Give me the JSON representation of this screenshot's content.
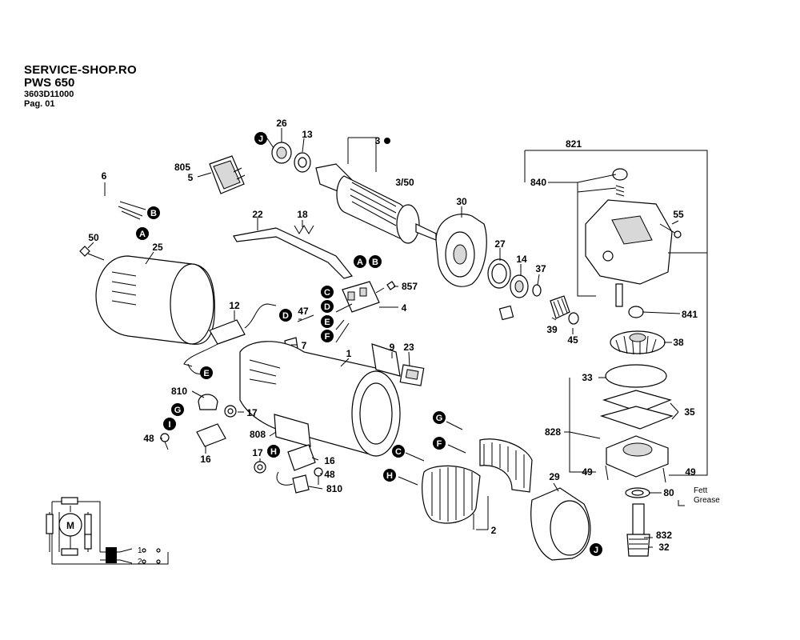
{
  "header": {
    "shop": "SERVICE-SHOP.RO",
    "model": "PWS 650",
    "code": "3603D11000",
    "page": "Pag. 01"
  },
  "labels": [
    {
      "id": "26",
      "text": "26"
    },
    {
      "id": "13",
      "text": "13"
    },
    {
      "id": "3",
      "text": "3"
    },
    {
      "id": "805",
      "text": "805"
    },
    {
      "id": "5",
      "text": "5"
    },
    {
      "id": "6",
      "text": "6"
    },
    {
      "id": "350",
      "text": "3/50"
    },
    {
      "id": "22",
      "text": "22"
    },
    {
      "id": "18",
      "text": "18"
    },
    {
      "id": "30",
      "text": "30"
    },
    {
      "id": "50",
      "text": "50"
    },
    {
      "id": "25",
      "text": "25"
    },
    {
      "id": "27",
      "text": "27"
    },
    {
      "id": "14",
      "text": "14"
    },
    {
      "id": "37",
      "text": "37"
    },
    {
      "id": "857",
      "text": "857"
    },
    {
      "id": "4",
      "text": "4"
    },
    {
      "id": "12",
      "text": "12"
    },
    {
      "id": "47",
      "text": "47"
    },
    {
      "id": "39",
      "text": "39"
    },
    {
      "id": "45",
      "text": "45"
    },
    {
      "id": "7",
      "text": "7"
    },
    {
      "id": "1",
      "text": "1"
    },
    {
      "id": "9",
      "text": "9"
    },
    {
      "id": "23",
      "text": "23"
    },
    {
      "id": "810a",
      "text": "810"
    },
    {
      "id": "17a",
      "text": "17"
    },
    {
      "id": "48a",
      "text": "48"
    },
    {
      "id": "16a",
      "text": "16"
    },
    {
      "id": "808",
      "text": "808"
    },
    {
      "id": "17b",
      "text": "17"
    },
    {
      "id": "16b",
      "text": "16"
    },
    {
      "id": "48b",
      "text": "48"
    },
    {
      "id": "810b",
      "text": "810"
    },
    {
      "id": "2",
      "text": "2"
    },
    {
      "id": "29",
      "text": "29"
    },
    {
      "id": "821",
      "text": "821"
    },
    {
      "id": "840",
      "text": "840"
    },
    {
      "id": "55",
      "text": "55"
    },
    {
      "id": "841",
      "text": "841"
    },
    {
      "id": "38",
      "text": "38"
    },
    {
      "id": "33",
      "text": "33"
    },
    {
      "id": "35",
      "text": "35"
    },
    {
      "id": "828",
      "text": "828"
    },
    {
      "id": "49a",
      "text": "49"
    },
    {
      "id": "49b",
      "text": "49"
    },
    {
      "id": "80",
      "text": "80"
    },
    {
      "id": "832",
      "text": "832"
    },
    {
      "id": "32",
      "text": "32"
    }
  ],
  "connectors": {
    "A": "A",
    "B": "B",
    "C": "C",
    "D": "D",
    "E": "E",
    "F": "F",
    "G": "G",
    "H": "H",
    "I": "I",
    "J": "J"
  },
  "grease": {
    "line1": "Fett",
    "line2": "Grease"
  },
  "schematic": {
    "motor": "M",
    "t1": "1",
    "t2": "2"
  }
}
